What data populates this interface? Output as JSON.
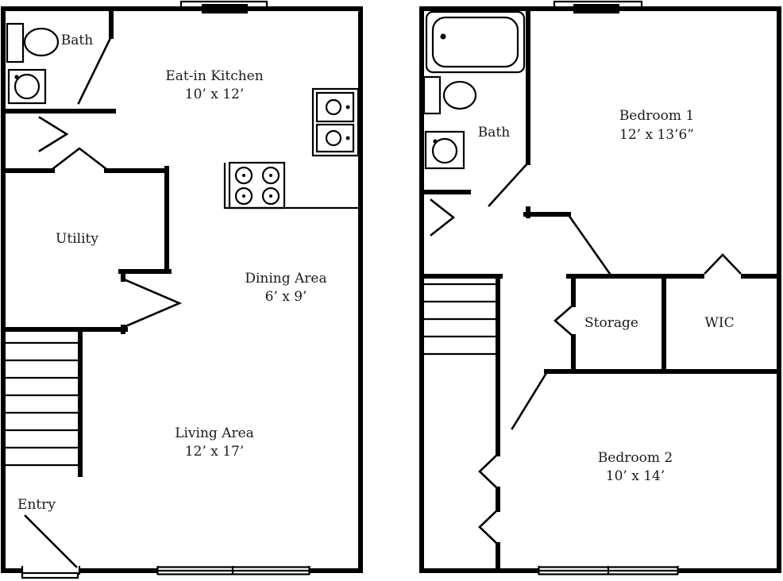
{
  "colors": {
    "background": "#ffffff",
    "wall": "#000000",
    "text": "#1b1b1b"
  },
  "first_floor": {
    "bath": {
      "label": "Bath"
    },
    "kitchen": {
      "label": "Eat-in Kitchen",
      "dims": "10’ x 12’"
    },
    "utility": {
      "label": "Utility"
    },
    "dining": {
      "label": "Dining Area",
      "dims": "6’ x 9’"
    },
    "living": {
      "label": "Living Area",
      "dims": "12’ x 17’"
    },
    "entry": {
      "label": "Entry"
    }
  },
  "second_floor": {
    "bath": {
      "label": "Bath"
    },
    "bedroom1": {
      "label": "Bedroom 1",
      "dims": "12’ x 13’6”"
    },
    "storage": {
      "label": "Storage"
    },
    "wic": {
      "label": "WIC"
    },
    "bedroom2": {
      "label": "Bedroom 2",
      "dims": "10’ x 14’"
    }
  }
}
